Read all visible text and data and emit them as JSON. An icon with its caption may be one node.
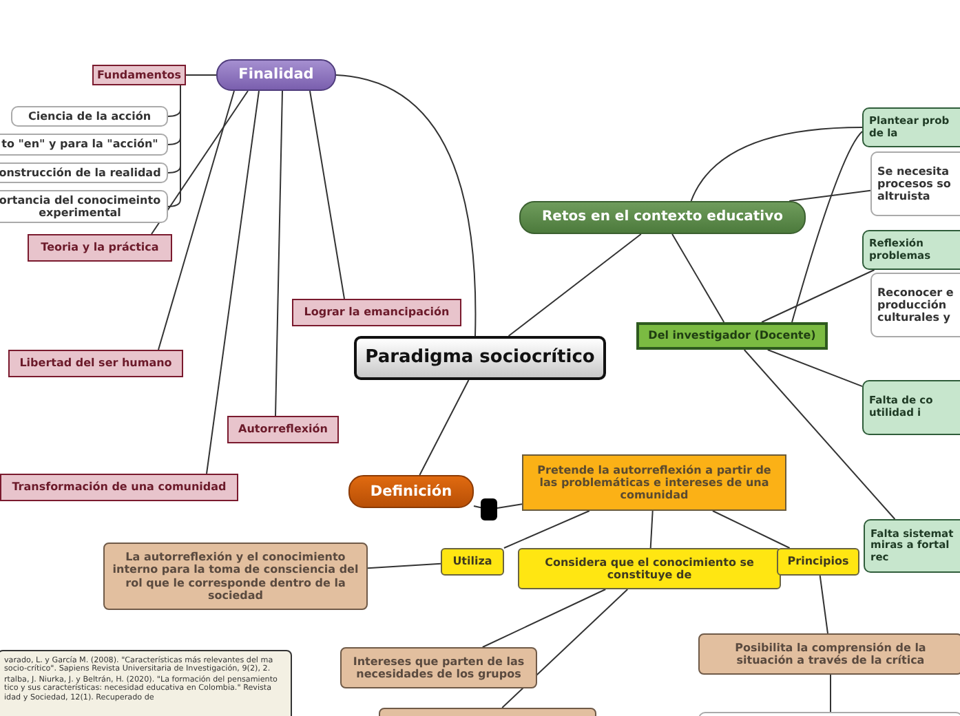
{
  "diagram": {
    "nodes": [
      {
        "text": [
          "Paradigma sociocrítico"
        ]
      },
      {
        "text": [
          "Finalidad"
        ]
      },
      {
        "text": [
          "Fundamentos"
        ]
      },
      {
        "text": [
          "Ciencia de la acción"
        ]
      },
      {
        "text": [
          "to \"en\" y para la \"acción\""
        ]
      },
      {
        "text": [
          "onstrucción de la realidad"
        ]
      },
      {
        "text": [
          "ortancia del conocimeinto experimental"
        ]
      },
      {
        "text": [
          "Teoria y la práctica"
        ]
      },
      {
        "text": [
          "Lograr la emancipación"
        ]
      },
      {
        "text": [
          "Libertad del ser humano"
        ]
      },
      {
        "text": [
          "Autorreflexión"
        ]
      },
      {
        "text": [
          "Transformación de una comunidad"
        ]
      },
      {
        "text": [
          "Retos en el contexto educativo"
        ]
      },
      {
        "text": [
          "Plantear prob de la"
        ]
      },
      {
        "text": [
          "Se necesita procesos so altruista"
        ]
      },
      {
        "text": [
          "Reflexión problemas"
        ]
      },
      {
        "text": [
          "Reconocer e producción culturales y"
        ]
      },
      {
        "text": [
          "Del investigador (Docente)"
        ]
      },
      {
        "text": [
          "Falta de co utilidad i"
        ]
      },
      {
        "text": [
          "Definición"
        ]
      },
      {
        "text": [],
        "shape": "box"
      },
      {
        "text": [
          "Pretende la autorreflexión a partir de las problemáticas e intereses de una comunidad"
        ]
      },
      {
        "text": [
          "Utiliza"
        ]
      },
      {
        "text": [
          "Considera que el conocimiento se constituye de"
        ]
      },
      {
        "text": [
          "Principios"
        ]
      },
      {
        "text": [
          "Falta sistemat miras a fortal rec"
        ]
      },
      {
        "text": [
          "La autorreflexión y el conocimiento interno para la toma de consciencia del rol que le corresponde dentro de la sociedad"
        ]
      },
      {
        "text": [
          "Intereses que parten de las necesidades de los grupos"
        ]
      },
      {
        "text": [],
        "shape": "box"
      },
      {
        "text": [
          "Posibilita la comprensión de la situación a través de la crítica"
        ]
      },
      {
        "text": [],
        "shape": "box"
      },
      {
        "text": [
          "varado, L. y García M. (2008). \"Características más relevantes del ma socio-crítico\". Sapiens Revista Universitaria de Investigación, 9(2), 2.",
          "rtalba, J. Niurka, J. y Beltrán, H. (2020). \"La formación del pensamiento tico y sus características: necesidad educativa en Colombia.\" Revista idad y Sociedad, 12(1). Recuperado de"
        ]
      }
    ],
    "edges": [
      {
        "from": 0,
        "to": 1,
        "arrow": "none"
      },
      {
        "from": 1,
        "to": 2,
        "arrow": "none"
      },
      {
        "from": 2,
        "to": 3,
        "arrow": "none"
      },
      {
        "from": 2,
        "to": 4,
        "arrow": "none"
      },
      {
        "from": 2,
        "to": 5,
        "arrow": "none"
      },
      {
        "from": 2,
        "to": 6,
        "arrow": "none"
      },
      {
        "from": 1,
        "to": 7,
        "arrow": "none"
      },
      {
        "from": 1,
        "to": 8,
        "arrow": "none"
      },
      {
        "from": 1,
        "to": 9,
        "arrow": "none"
      },
      {
        "from": 1,
        "to": 10,
        "arrow": "none"
      },
      {
        "from": 1,
        "to": 11,
        "arrow": "none"
      },
      {
        "from": 0,
        "to": 12,
        "arrow": "none"
      },
      {
        "from": 12,
        "to": 17,
        "arrow": "none"
      },
      {
        "from": 12,
        "to": 13,
        "arrow": "none"
      },
      {
        "from": 12,
        "to": 14,
        "arrow": "none"
      },
      {
        "from": 17,
        "to": 13,
        "arrow": "none"
      },
      {
        "from": 17,
        "to": 15,
        "arrow": "none"
      },
      {
        "from": 17,
        "to": 18,
        "arrow": "none"
      },
      {
        "from": 17,
        "to": 25,
        "arrow": "none"
      },
      {
        "from": 0,
        "to": 19,
        "arrow": "none"
      },
      {
        "from": 19,
        "to": 20,
        "arrow": "none"
      },
      {
        "from": 20,
        "to": 21,
        "arrow": "none"
      },
      {
        "from": 21,
        "to": 22,
        "arrow": "none"
      },
      {
        "from": 21,
        "to": 23,
        "arrow": "none"
      },
      {
        "from": 21,
        "to": 24,
        "arrow": "none"
      },
      {
        "from": 22,
        "to": 26,
        "arrow": "none"
      },
      {
        "from": 23,
        "to": 27,
        "arrow": "none"
      },
      {
        "from": 23,
        "to": 28,
        "arrow": "none"
      },
      {
        "from": 24,
        "to": 29,
        "arrow": "none"
      },
      {
        "from": 29,
        "to": 30,
        "arrow": "none"
      }
    ]
  }
}
